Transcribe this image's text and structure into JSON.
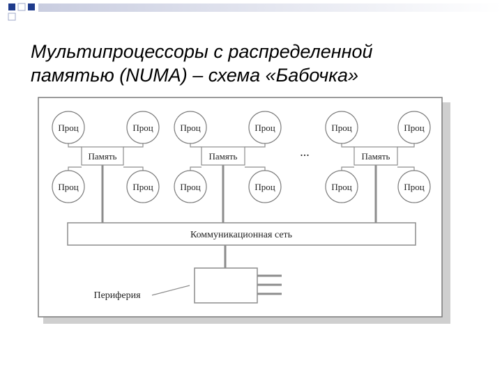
{
  "slide": {
    "title_line1": "Мультипроцессоры с распределенной",
    "title_line2": "памятью (NUMA) – схема «Бабочка»"
  },
  "diagram": {
    "proc_label": "Проц",
    "memory_label": "Память",
    "ellipsis": "...",
    "network_label": "Коммуникационная сеть",
    "periphery_label": "Периферия"
  },
  "colors": {
    "accent": "#1f3b8c",
    "line": "#8c8c8c",
    "shadow": "#cfcfcf",
    "node_border": "#7a7a7a"
  }
}
